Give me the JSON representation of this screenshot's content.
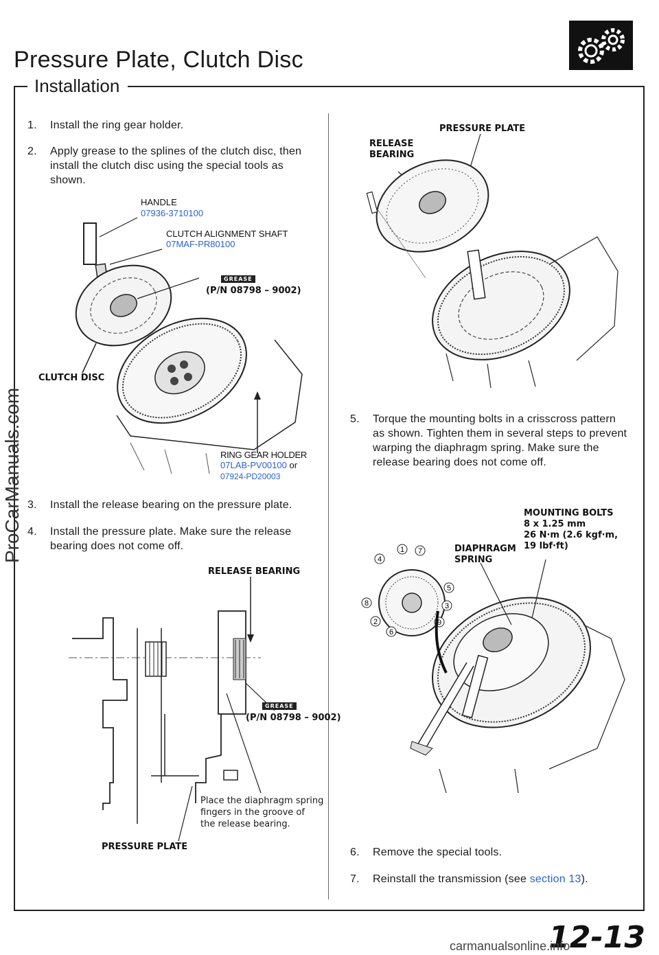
{
  "header": {
    "title": "Pressure Plate, Clutch Disc",
    "section": "Installation",
    "icon": "gears-icon"
  },
  "left": {
    "step1": {
      "num": "1.",
      "text": "Install the ring gear holder."
    },
    "step2": {
      "num": "2.",
      "line1": "Apply grease to the splines of the clutch disc, then",
      "line2": "install the clutch disc using the special tools as",
      "line3": "shown."
    },
    "fig1": {
      "handle_label": "HANDLE",
      "handle_pn": "07936-3710100",
      "shaft_label": "CLUTCH ALIGNMENT SHAFT",
      "shaft_pn": "07MAF-PR80100",
      "grease_tag": "GREASE",
      "grease_pn": "(P/N 08798 – 9002)",
      "clutch_disc": "CLUTCH DISC",
      "holder_label": "RING GEAR HOLDER",
      "holder_pn1": "07LAB-PV00100",
      "holder_or": " or",
      "holder_pn2": "07924-PD20003"
    },
    "step3": {
      "num": "3.",
      "text": "Install the release bearing on the pressure plate."
    },
    "step4": {
      "num": "4.",
      "line1": "Install the pressure plate. Make sure the release",
      "line2": "bearing does not come off."
    },
    "fig2": {
      "release_bearing": "RELEASE BEARING",
      "grease_tag": "GREASE",
      "grease_pn": "(P/N 08798 – 9002)",
      "note1": "Place the diaphragm spring",
      "note2": "fingers in the groove of",
      "note3": "the release bearing.",
      "pressure_plate": "PRESSURE PLATE"
    }
  },
  "right": {
    "fig3": {
      "pressure_plate": "PRESSURE PLATE",
      "release1": "RELEASE",
      "release2": "BEARING"
    },
    "step5": {
      "num": "5.",
      "line1": "Torque the mounting bolts in a crisscross pattern",
      "line2": "as shown. Tighten them in several steps to prevent",
      "line3": "warping the diaphragm spring. Make sure the",
      "line4": "release bearing does not come off."
    },
    "fig4": {
      "bolts1": "MOUNTING BOLTS",
      "bolts2": "8 x 1.25 mm",
      "bolts3": "26 N·m (2.6 kgf·m,",
      "bolts4": "19 lbf·ft)",
      "diaphragm1": "DIAPHRAGM",
      "diaphragm2": "SPRING",
      "sequence": [
        "1",
        "7",
        "4",
        "5",
        "3",
        "8",
        "9",
        "2",
        "6"
      ]
    },
    "step6": {
      "num": "6.",
      "text": "Remove the special tools."
    },
    "step7": {
      "num": "7.",
      "text_before": "Reinstall the transmission (see ",
      "link": "section 13",
      "text_after": ")."
    }
  },
  "footer": {
    "page_number": "12-13"
  },
  "watermarks": {
    "side": "ProCarManuals.com",
    "bottom": "carmanualsonline.info"
  }
}
